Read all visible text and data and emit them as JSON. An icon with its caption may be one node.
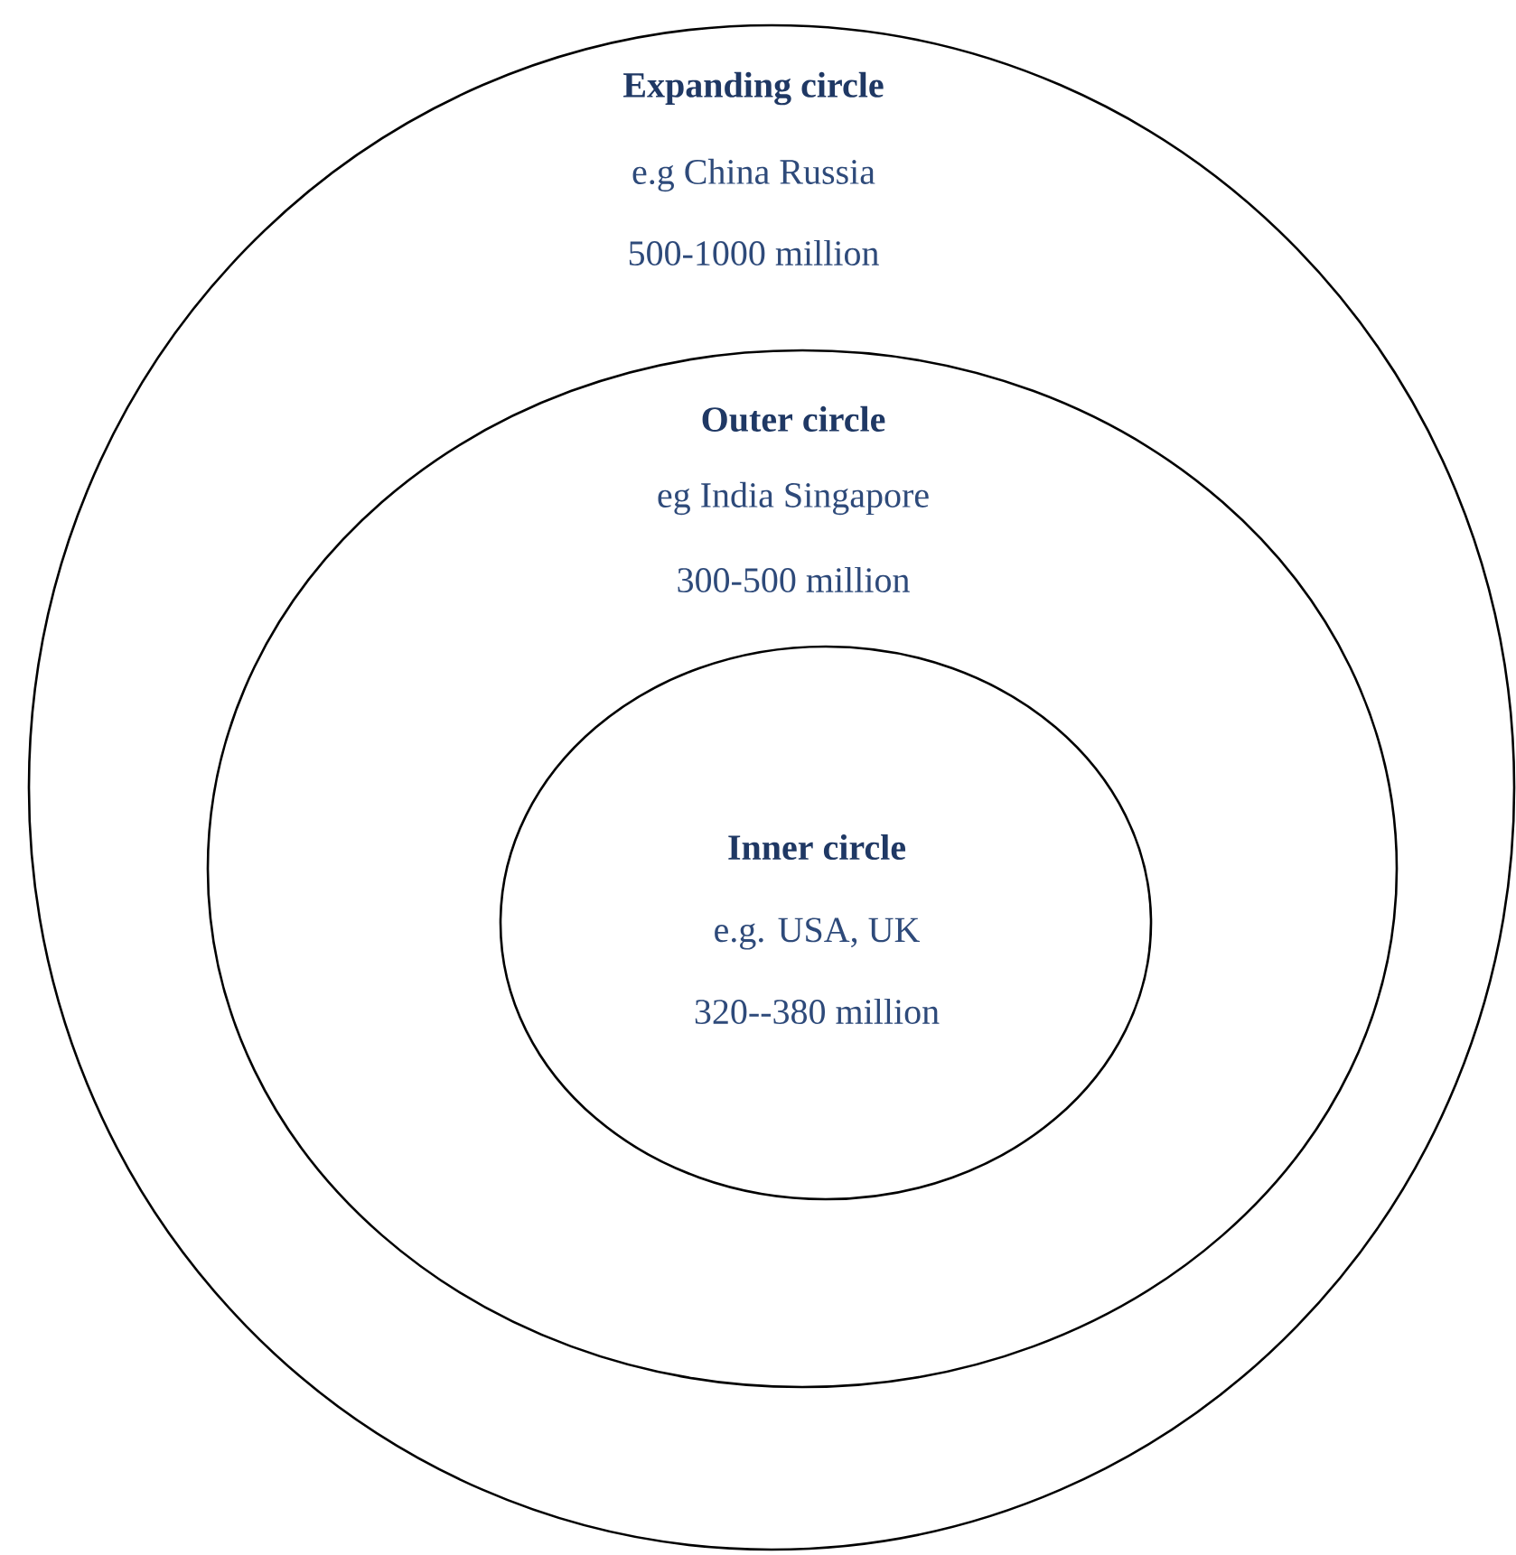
{
  "diagram": {
    "nodes": [
      {
        "text": [
          "Expanding circle",
          "e.g China Russia",
          "500-1000 million"
        ]
      },
      {
        "text": [
          "Outer circle",
          "eg  India  Singapore",
          "300-500 million"
        ],
        "in": 0
      },
      {
        "text": [
          "Inner circle",
          "e.g. USA, UK",
          "320--380 million"
        ],
        "in": 1
      }
    ]
  }
}
